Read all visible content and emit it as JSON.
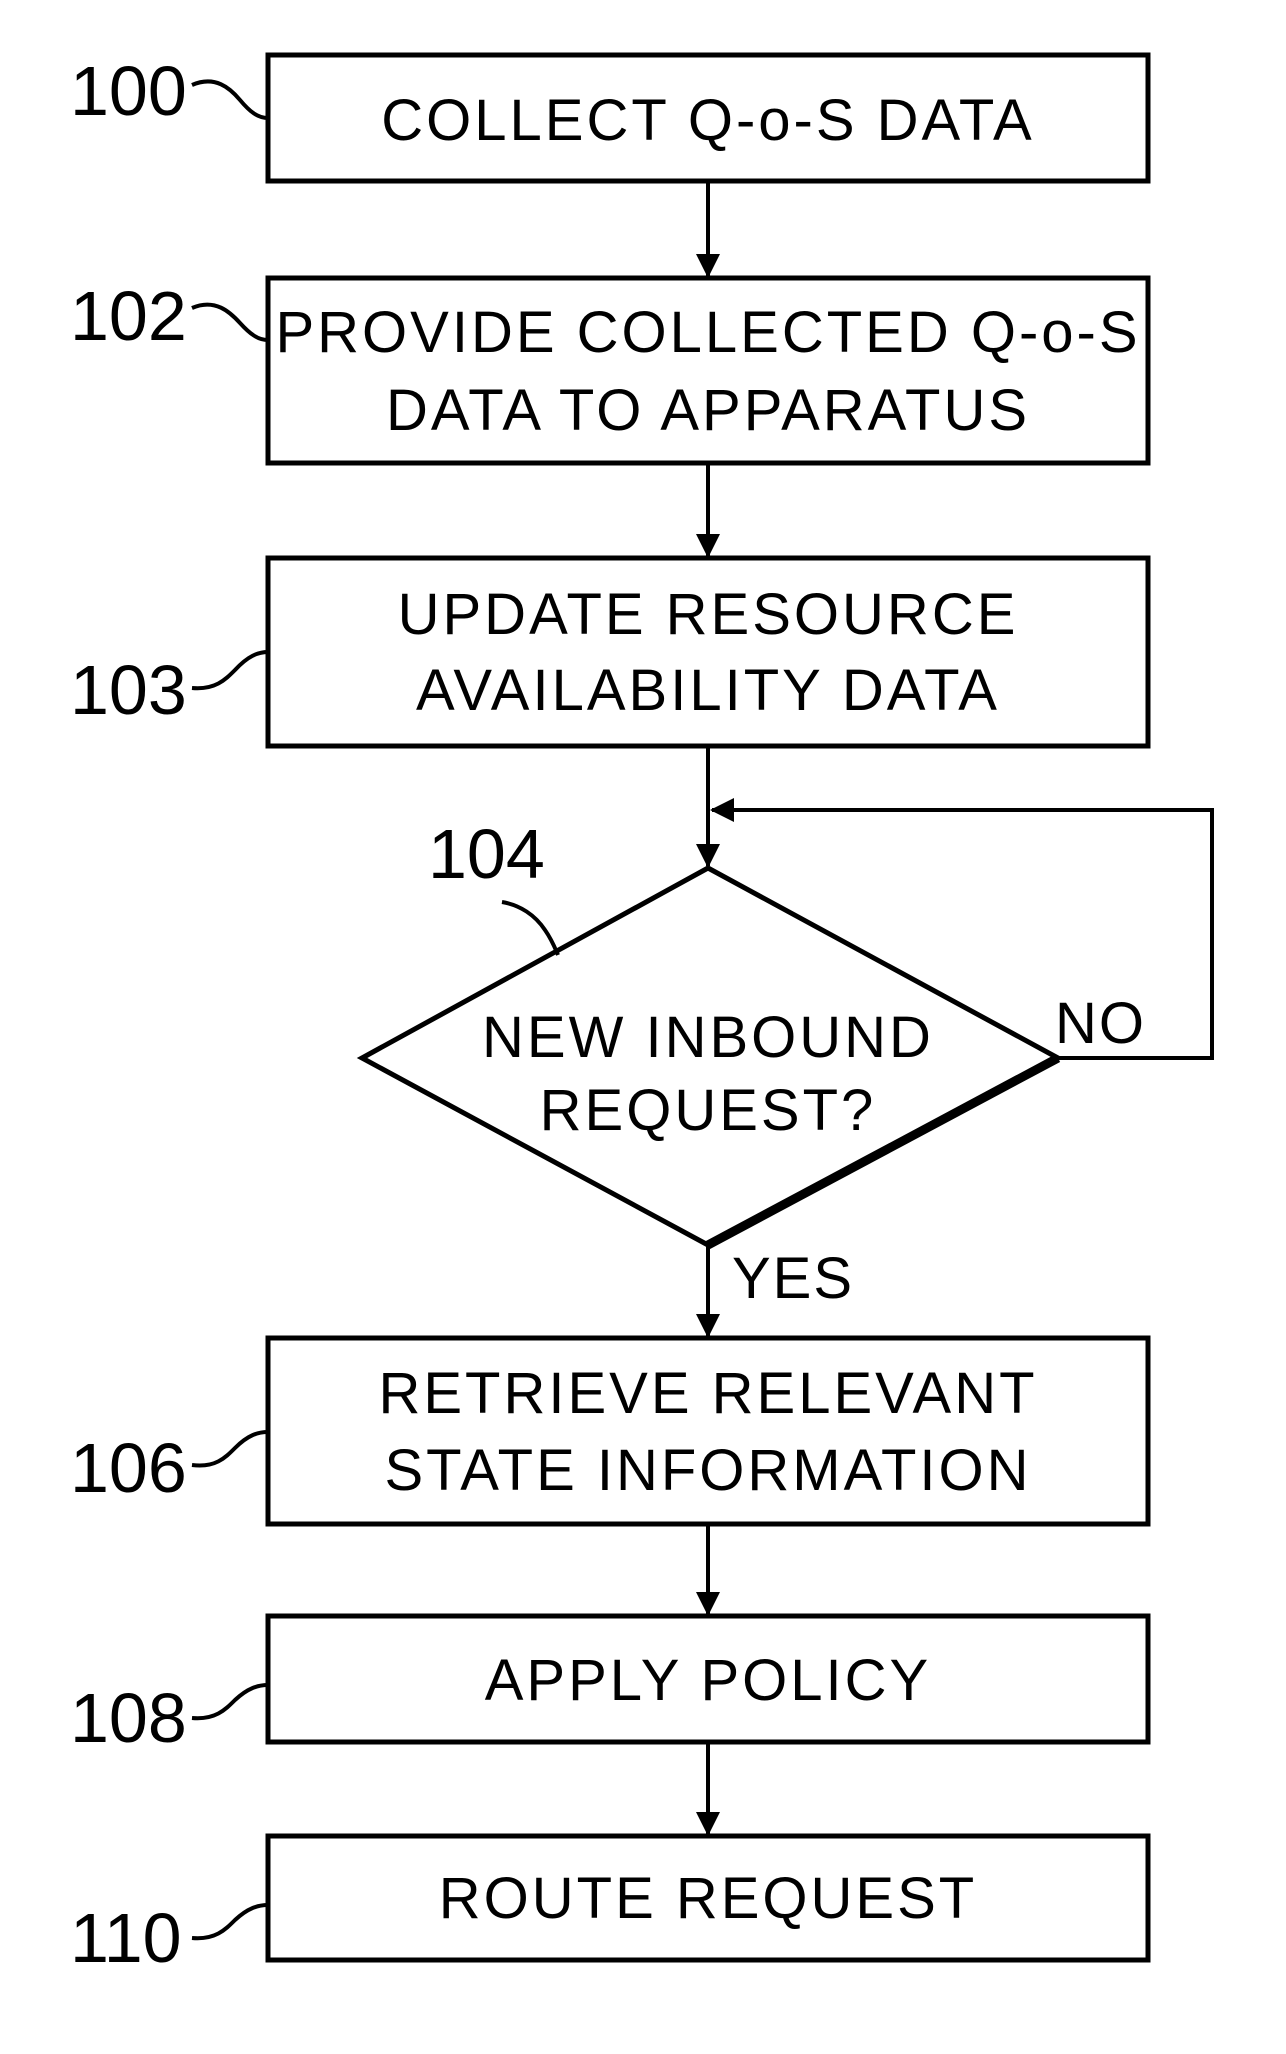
{
  "flowchart": {
    "steps": [
      {
        "ref": "100",
        "lines": [
          "COLLECT Q-o-S DATA"
        ]
      },
      {
        "ref": "102",
        "lines": [
          "PROVIDE COLLECTED Q-o-S",
          "DATA TO APPARATUS"
        ]
      },
      {
        "ref": "103",
        "lines": [
          "UPDATE RESOURCE",
          "AVAILABILITY DATA"
        ]
      },
      {
        "ref": "104",
        "lines": [
          "NEW INBOUND",
          "REQUEST?"
        ]
      },
      {
        "ref": "106",
        "lines": [
          "RETRIEVE RELEVANT",
          "STATE INFORMATION"
        ]
      },
      {
        "ref": "108",
        "lines": [
          "APPLY POLICY"
        ]
      },
      {
        "ref": "110",
        "lines": [
          "ROUTE REQUEST"
        ]
      }
    ],
    "branches": {
      "yes": "YES",
      "no": "NO"
    },
    "colors": {
      "line": "#000000",
      "background": "#ffffff"
    }
  }
}
